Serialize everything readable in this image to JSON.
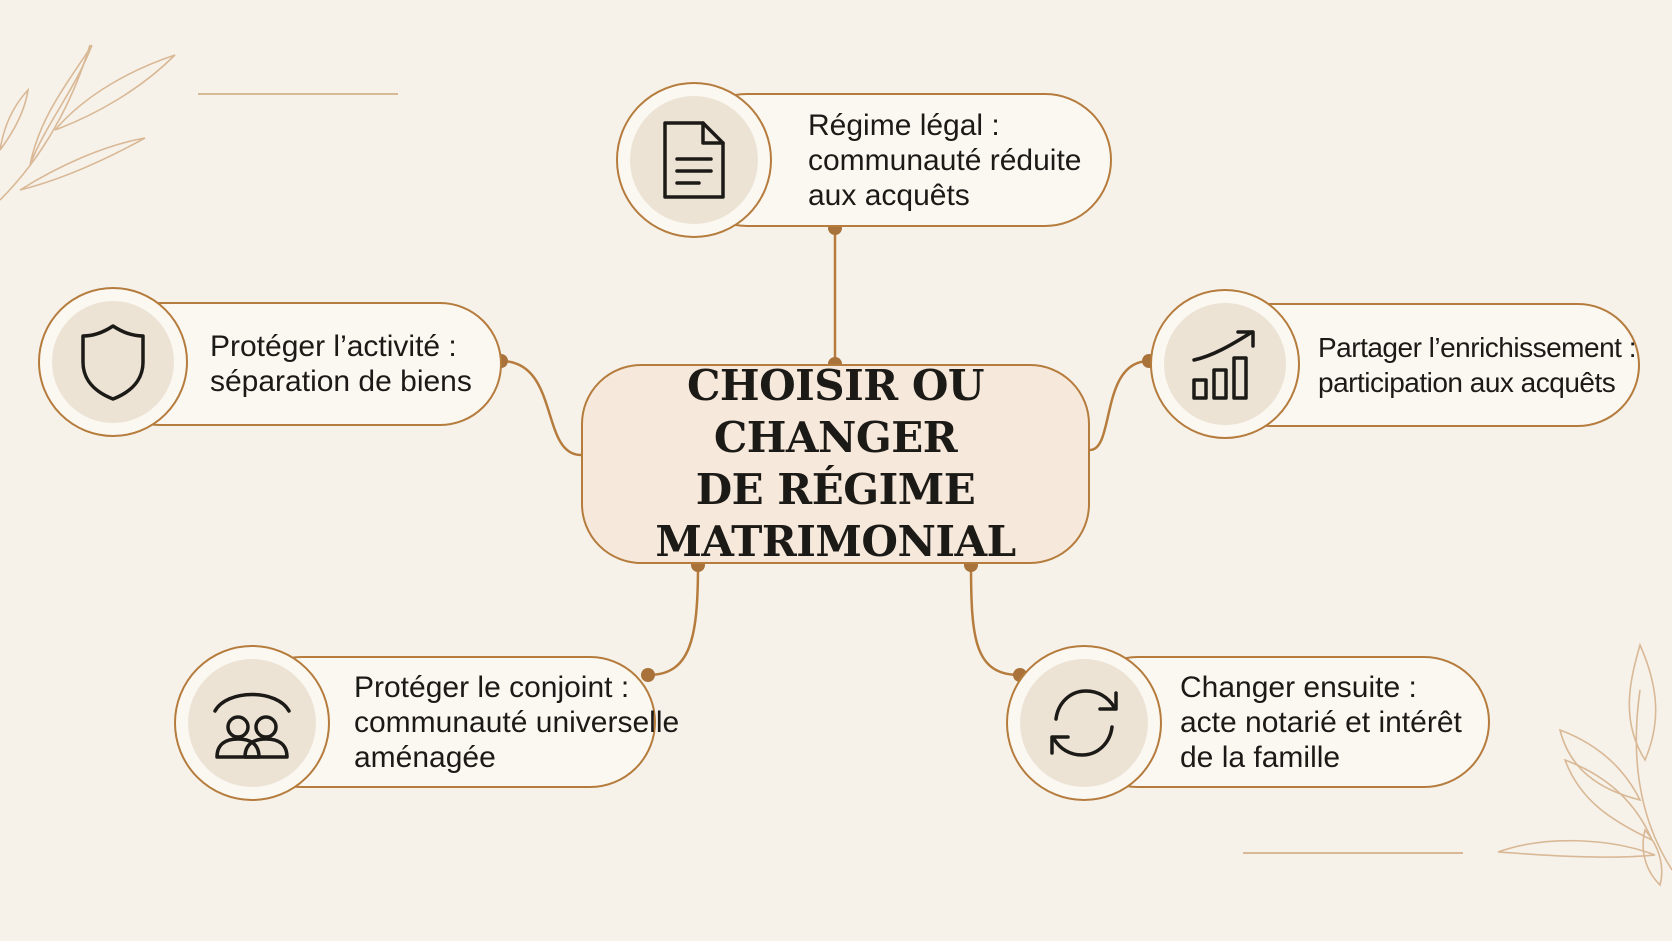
{
  "center": {
    "lines": [
      "CHOISIR OU CHANGER",
      "DE RÉGIME",
      "MATRIMONIAL"
    ]
  },
  "nodes": [
    {
      "id": "regime-legal",
      "icon": "document-icon",
      "lines": [
        "Régime légal :",
        "communauté réduite",
        "aux acquêts"
      ]
    },
    {
      "id": "proteger-activite",
      "icon": "shield-icon",
      "lines": [
        "Protéger l’activité :",
        "séparation de biens"
      ]
    },
    {
      "id": "partager-enrichissement",
      "icon": "growth-chart-icon",
      "lines": [
        "Partager l’enrichissement :",
        "participation aux acquêts"
      ]
    },
    {
      "id": "proteger-conjoint",
      "icon": "couple-icon",
      "lines": [
        "Protéger le conjoint :",
        "communauté universelle",
        "aménagée"
      ]
    },
    {
      "id": "changer-ensuite",
      "icon": "refresh-icon",
      "lines": [
        "Changer ensuite :",
        "acte notarié et intérêt",
        "de la famille"
      ]
    }
  ],
  "colors": {
    "background": "#f6f2ea",
    "accent": "#b57c3d",
    "connector_dot": "#a8723a",
    "center_fill": "#f6e8da",
    "badge_fill": "#ece3d5",
    "text": "#1c1a17",
    "decor": "#d9b896"
  }
}
